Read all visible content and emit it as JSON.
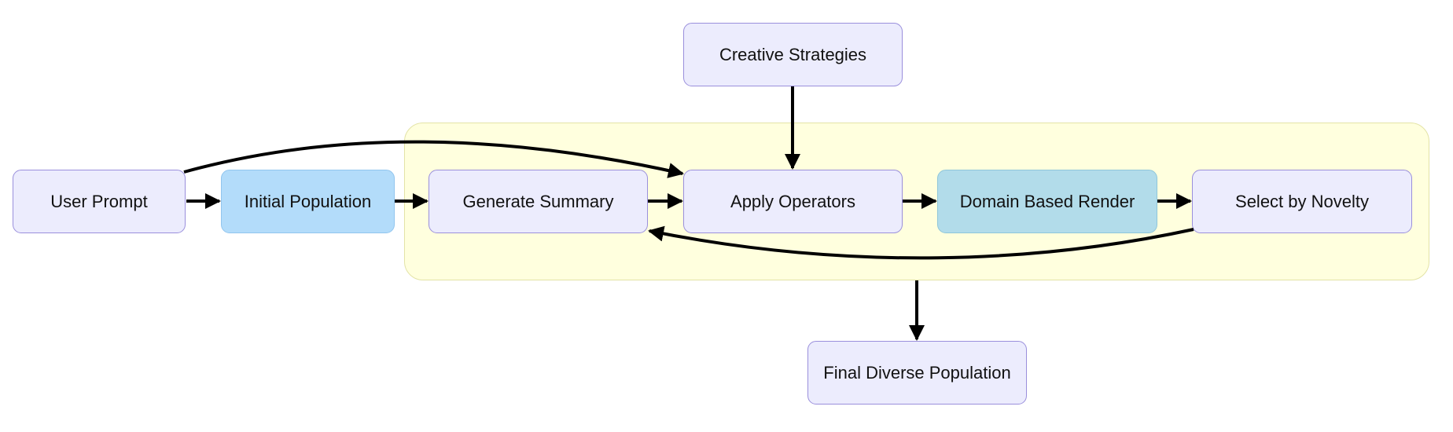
{
  "diagram": {
    "nodes": {
      "creative_strategies": "Creative Strategies",
      "user_prompt": "User Prompt",
      "initial_population": "Initial Population",
      "generate_summary": "Generate Summary",
      "apply_operators": "Apply Operators",
      "domain_based_render": "Domain Based Render",
      "select_by_novelty": "Select by Novelty",
      "final_diverse_population": "Final Diverse Population"
    },
    "edges": [
      {
        "from": "user_prompt",
        "to": "initial_population"
      },
      {
        "from": "initial_population",
        "to": "generate_summary"
      },
      {
        "from": "generate_summary",
        "to": "apply_operators"
      },
      {
        "from": "apply_operators",
        "to": "domain_based_render"
      },
      {
        "from": "domain_based_render",
        "to": "select_by_novelty"
      },
      {
        "from": "user_prompt",
        "to": "apply_operators"
      },
      {
        "from": "creative_strategies",
        "to": "apply_operators"
      },
      {
        "from": "select_by_novelty",
        "to": "generate_summary"
      },
      {
        "from": "loop_cluster",
        "to": "final_diverse_population"
      }
    ],
    "colors": {
      "node_fill": "#ececfd",
      "node_border": "#9a8fdc",
      "blue_fill": "#b3dcfa",
      "teal_fill": "#b2dcea",
      "cluster_fill": "#ffffde",
      "edge": "#000000"
    }
  }
}
